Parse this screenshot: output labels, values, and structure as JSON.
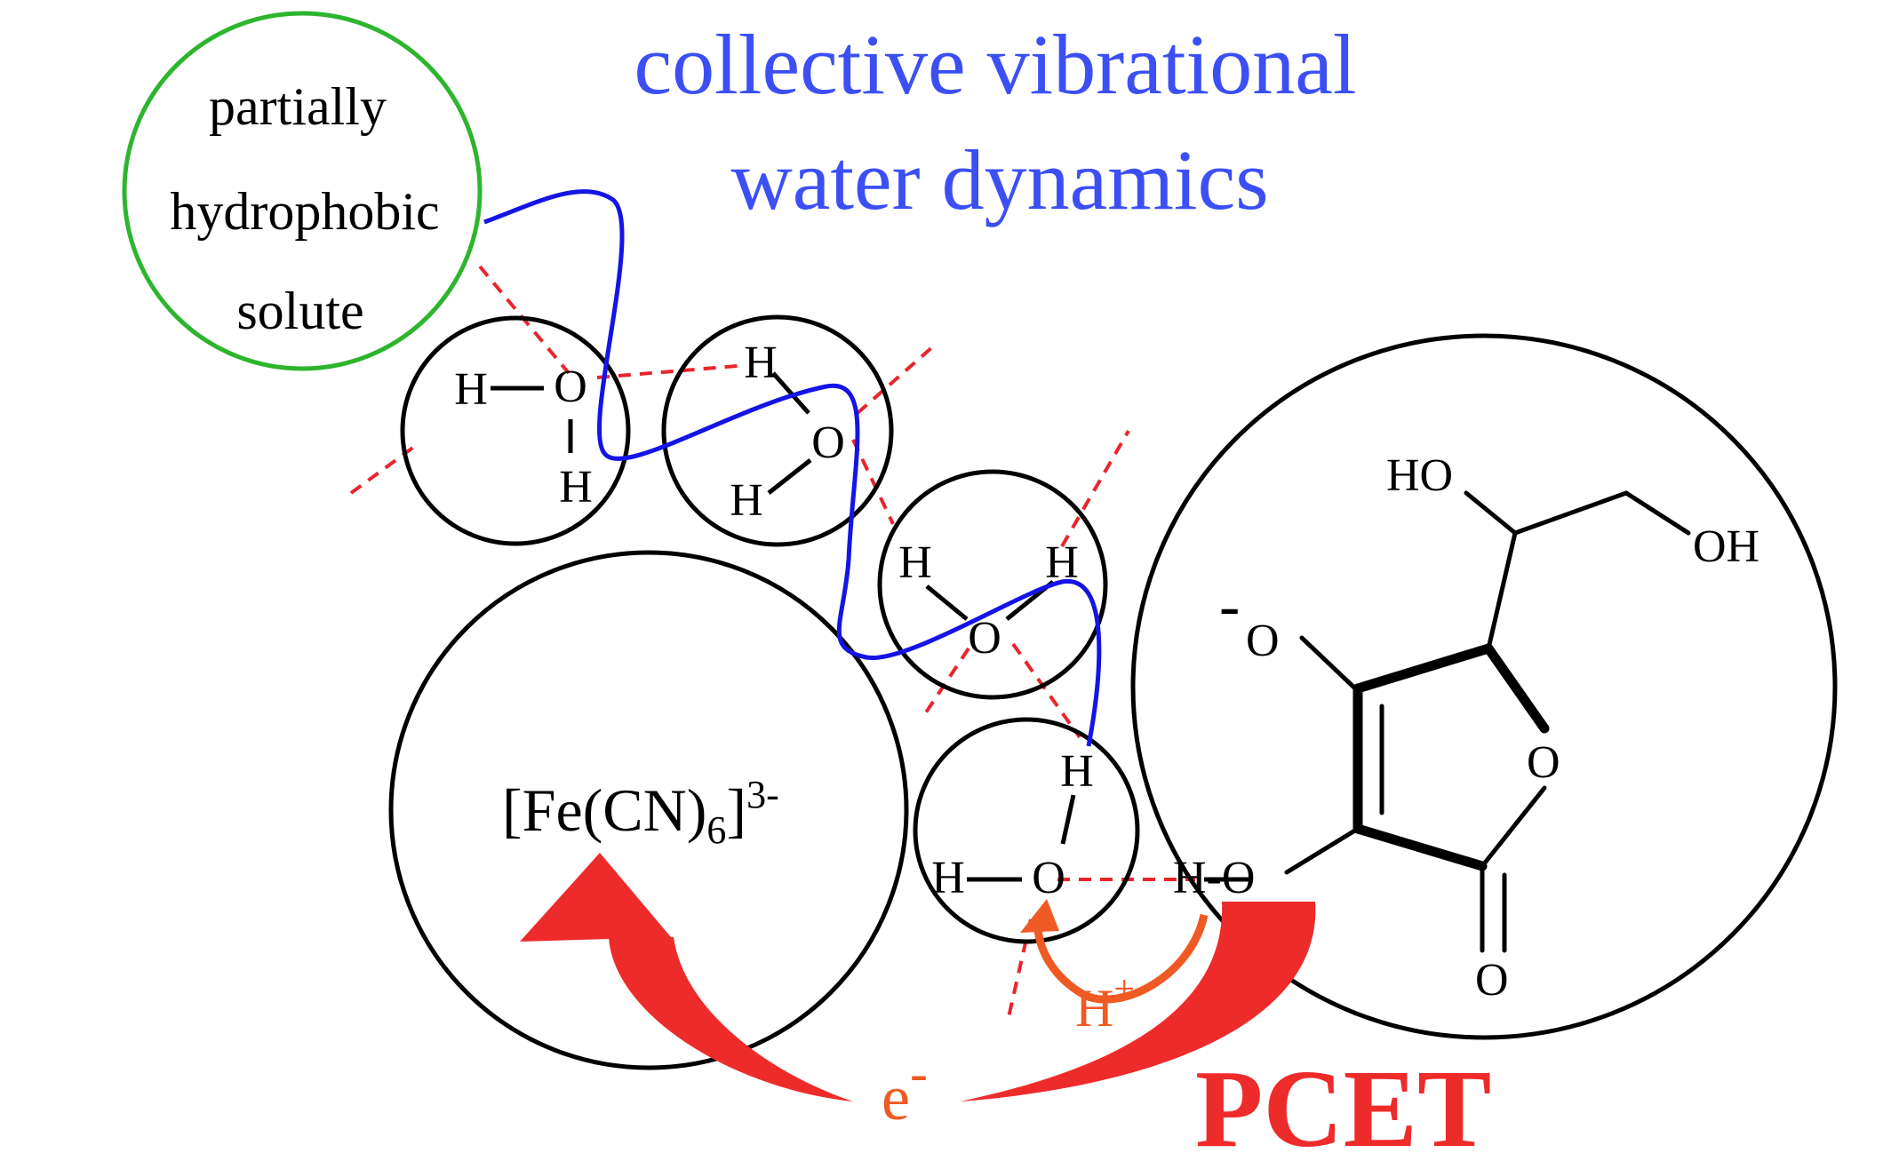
{
  "title": {
    "line1": "collective vibrational",
    "line2": "water dynamics",
    "color": "#3b4ff5"
  },
  "solute": {
    "line1": "partially",
    "line2": "hydrophobic",
    "line3": "solute",
    "ring_color": "#2db52d"
  },
  "water_atoms": {
    "H": "H",
    "O": "O"
  },
  "ferricyanide": {
    "main": "[Fe(CN)",
    "subscript": "6",
    "close": "]",
    "charge": "3-"
  },
  "ascorbate": {
    "ho": "HO",
    "oh": "OH",
    "anion_charge": "-",
    "anion_o": "O",
    "ring_o": "O",
    "carbonyl_o": "O",
    "hydroxyl": "H-O"
  },
  "transfer": {
    "proton": "H",
    "proton_charge": "+",
    "electron": "e",
    "electron_charge": "-",
    "label": "PCET",
    "arrow_color": "#ee2b2b",
    "proton_color": "#ef5a24",
    "hbond_color": "#e8252b",
    "wave_color": "#1414e6"
  }
}
